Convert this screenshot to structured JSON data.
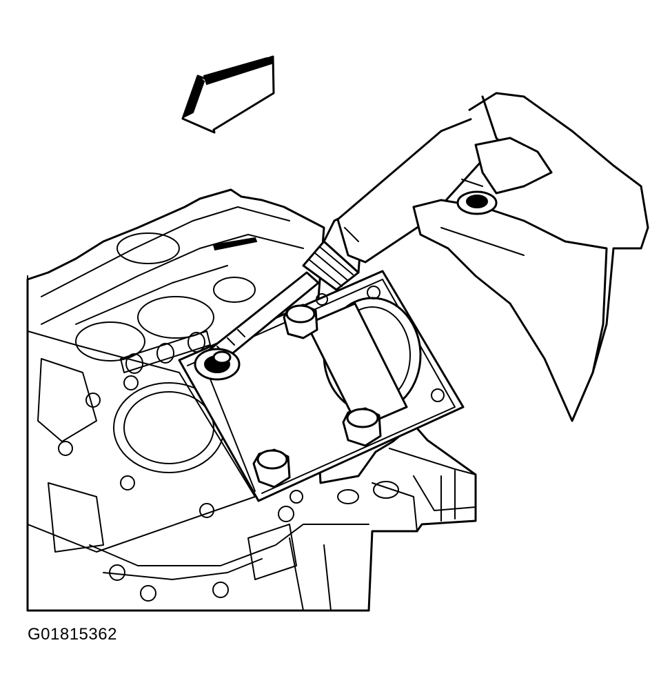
{
  "figure": {
    "caption": "G01815362",
    "components": [
      "direction-arrow",
      "engine-block",
      "cylinder-plate",
      "bolt",
      "wrench",
      "hand"
    ]
  },
  "colors": {
    "line": "#000000",
    "background": "#ffffff"
  }
}
